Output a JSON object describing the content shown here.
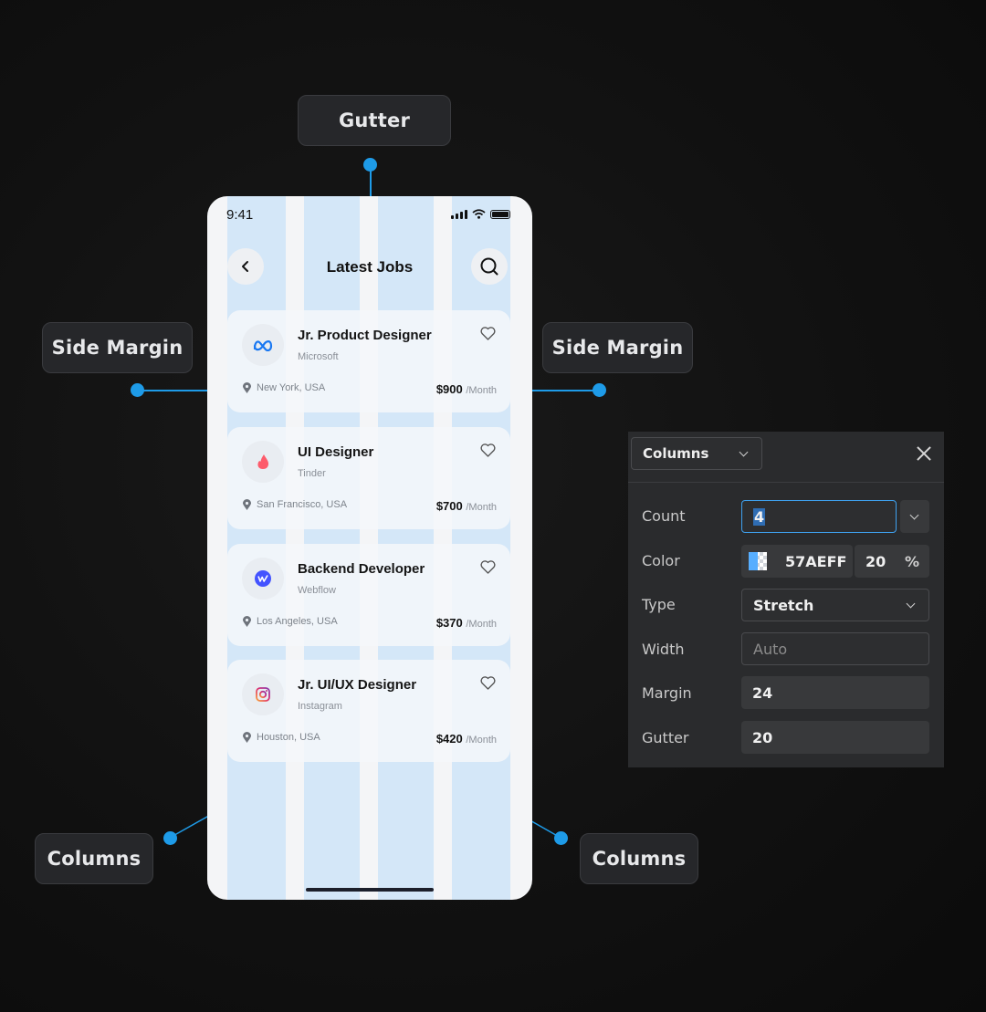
{
  "callouts": {
    "gutter": "Gutter",
    "side_margin_left": "Side Margin",
    "side_margin_right": "Side Margin",
    "columns_left": "Columns",
    "columns_right": "Columns"
  },
  "phone": {
    "status_time": "9:41",
    "title": "Latest Jobs",
    "jobs": [
      {
        "title": "Jr. Product Designer",
        "company": "Microsoft",
        "location": "New York, USA",
        "salary": "$900",
        "period": "/Month",
        "logo": "meta-logo-icon"
      },
      {
        "title": "UI Designer",
        "company": "Tinder",
        "location": "San Francisco, USA",
        "salary": "$700",
        "period": "/Month",
        "logo": "tinder-flame-icon"
      },
      {
        "title": "Backend Developer",
        "company": "Webflow",
        "location": "Los Angeles, USA",
        "salary": "$370",
        "period": "/Month",
        "logo": "webflow-logo-icon"
      },
      {
        "title": "Jr. UI/UX Designer",
        "company": "Instagram",
        "location": "Houston, USA",
        "salary": "$420",
        "period": "/Month",
        "logo": "instagram-logo-icon"
      }
    ]
  },
  "panel": {
    "grid_type": "Columns",
    "count_label": "Count",
    "count_value": "4",
    "color_label": "Color",
    "color_hex": "57AEFF",
    "color_opacity": "20",
    "color_unit": "%",
    "type_label": "Type",
    "type_value": "Stretch",
    "width_label": "Width",
    "width_placeholder": "Auto",
    "margin_label": "Margin",
    "margin_value": "24",
    "gutter_label": "Gutter",
    "gutter_value": "20"
  },
  "colors": {
    "accent": "#1e9be8",
    "grid_column": "#57AEFF"
  }
}
